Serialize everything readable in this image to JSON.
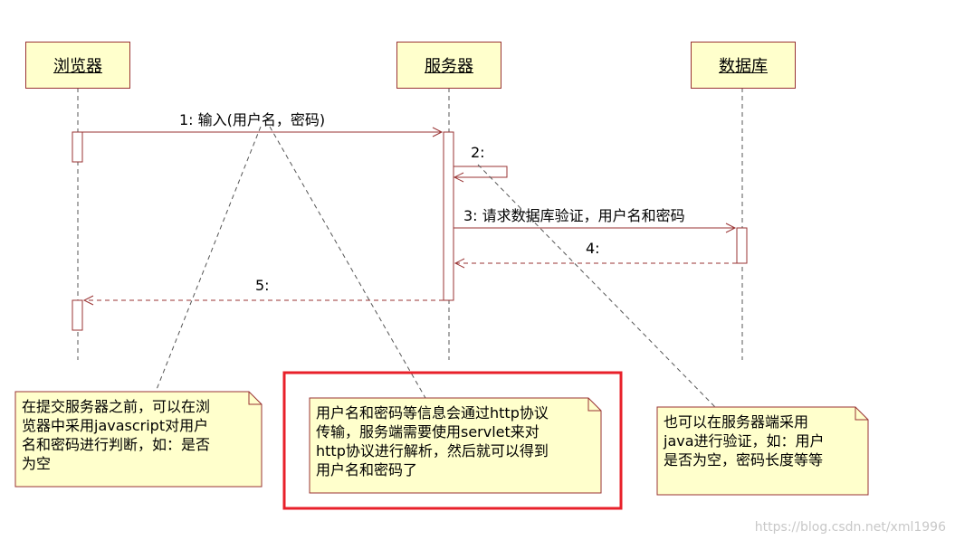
{
  "lifelines": [
    {
      "id": "browser",
      "label": "浏览器"
    },
    {
      "id": "server",
      "label": "服务器"
    },
    {
      "id": "database",
      "label": "数据库"
    }
  ],
  "messages": [
    {
      "label": "1: 输入(用户名，密码)",
      "from": "browser",
      "to": "server",
      "style": "solid"
    },
    {
      "label": "2:",
      "from": "server",
      "to": "server",
      "style": "self"
    },
    {
      "label": "3: 请求数据库验证，用户名和密码",
      "from": "server",
      "to": "database",
      "style": "solid"
    },
    {
      "label": "4:",
      "from": "database",
      "to": "server",
      "style": "dashed"
    },
    {
      "label": "5:",
      "from": "server",
      "to": "browser",
      "style": "dashed"
    }
  ],
  "notes": [
    {
      "id": "note-browser",
      "text": "在提交服务器之前，可以在浏\n览器中采用javascript对用户\n名和密码进行判断，如：是否\n为空"
    },
    {
      "id": "note-http",
      "text": "用户名和密码等信息会通过http协议\n传输，服务端需要使用servlet来对\nhttp协议进行解析，然后就可以得到\n用户名和密码了"
    },
    {
      "id": "note-server",
      "text": "也可以在服务器端采用\njava进行验证，如：用户\n是否为空，密码长度等等"
    }
  ],
  "colors": {
    "note_fill": "#ffffcc",
    "line": "#993333",
    "highlight": "#e8202a",
    "dash": "#555555"
  },
  "watermark": "https://blog.csdn.net/xml1996"
}
